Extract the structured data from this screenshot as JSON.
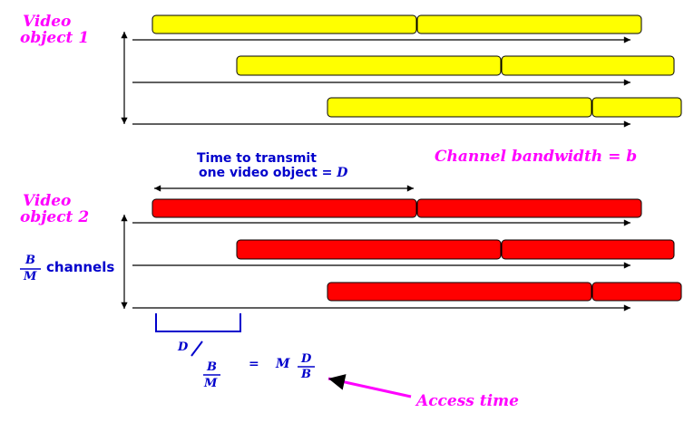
{
  "colors": {
    "object1_fill": "#ffff00",
    "object2_fill": "#ff0000",
    "label_magenta": "#ff00ff",
    "label_blue": "#0000cc",
    "axis_black": "#000000"
  },
  "labels": {
    "video1_line1": "Video",
    "video1_line2": "object 1",
    "video2_line1": "Video",
    "video2_line2": "object 2",
    "time_line1": "Time to transmit",
    "time_line2": "one video object  = ",
    "time_var": "D",
    "channel_bandwidth": "Channel bandwidth = b",
    "channels_num": "B",
    "channels_den": "M",
    "channels_word": "channels",
    "access_time": "Access time",
    "formula_D": "D",
    "formula_B": "B",
    "formula_M": "M",
    "formula_eq": "=",
    "formula_M2": "M",
    "formula_D2": "D",
    "formula_B2": "B"
  }
}
